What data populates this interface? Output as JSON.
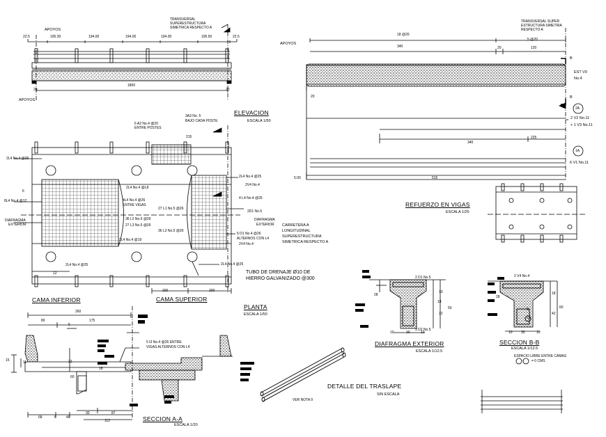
{
  "titles": {
    "elevacion": "ELEVACION",
    "elevacion_scale": "ESCALA 1/50",
    "planta": "PLANTA",
    "planta_scale": "ESCALA 1/50",
    "cama_inferior": "CAMA INFERIOR",
    "cama_superior": "CAMA SUPERIOR",
    "refuerzo": "REFUERZO EN VIGAS",
    "refuerzo_scale": "ESCALA 1/25",
    "diafragma": "DIAFRAGMA EXTERIOR",
    "diafragma_scale": "ESCALA 1/12.5",
    "seccion_bb": "SECCION B-B",
    "seccion_bb_scale": "ESCALA 1/12.5",
    "seccion_aa": "SECCION A-A",
    "seccion_aa_scale": "ESCALA 1/20",
    "traslape": "DETALLE DEL TRASLAPE",
    "traslape_scale": "SIN ESCALA"
  },
  "elevation": {
    "apoyos_left": "APOYOS",
    "apoyos_bottom": "APOYOS",
    "transversal_note": [
      "TRANSVERSAL",
      "SUPERESTRUCTURA",
      "SIMETRICA RESPECTO A"
    ],
    "dims_top": [
      "22.5",
      "195.30",
      "194.00",
      "194.00",
      "194.00",
      "195.50",
      "22.5"
    ],
    "dim_total": "1800",
    "dim_20_left": "20",
    "dim_20_right": "20"
  },
  "plan": {
    "note_6a2": "6 A2 No.4 @20",
    "note_entre_postes": "ENTRE POSTES",
    "note_3a3": "3A3 No. 5",
    "note_bajo": "BAJO CADA POSTE",
    "note_215": "215",
    "l_2l4_left": "2L4 No.4 @25",
    "l_8l4": "8L4 No.4 @12",
    "l_6": "6",
    "l_diaf": "DIAFRAGMA",
    "l_exterior": "EXTERIOR",
    "l_2l4_bot": "2L4 No.4 @25",
    "l_12": "12",
    "c_2l4_l8": "2L4 No.4 @L8",
    "c_4l4": "4L4 No.4 @26",
    "c_entre_vigas": "ENTRE VIGAS",
    "c_27l1": "27 L1 No.5 @26",
    "c_36l2": "36 L2 No.5 @26",
    "c_27l3": "27 L3  No.5 @26",
    "c_36l2b": "36 L2 No.5 @26",
    "c_2l4_l9": "2L4 No.4 @19",
    "r_2l4_25": "2L4 No.4 @25",
    "r_2v4": "2V4 No.4",
    "r_4l4": "4 L4 No.4 @26",
    "r_2d1": "2D1 No.5",
    "r_diaf": "DIAFRAGMA",
    "r_exterior": "EXTERIOR",
    "r_5d1": "5 D1 No.4 @26",
    "r_alternos": "ALTERNOS CON L4",
    "r_2v4b": "2V4 No.4",
    "r_2l4_bot": "2L4 No.4 @25",
    "carretera": [
      "CARRETERA A",
      "LONGITUDINAL",
      "SUPERESTRUCTURA",
      "SIMETRICA RESPECTO A"
    ],
    "tubo": [
      "TUBO DE DRENAJE Ø10 DE",
      "HIERRO GALVANIZADO @300"
    ],
    "dim_200a": "200",
    "dim_200b": "200"
  },
  "refuerzo_vigas": {
    "apoyos": "APOYOS",
    "transversal_note": [
      "TRANSVERSAL SUPER",
      "ESTRUCTURA SIMETRIA",
      "RESPECTO A"
    ],
    "dim_18": "18 @20",
    "dim_340": "340",
    "dim_20": "20",
    "dim_5": "5 @20",
    "dim_120": "120",
    "est": "EST V9",
    "no4": "No.4",
    "b_top": "B",
    "b_bot": "B",
    "dim_20_low": "20",
    "tag_2a": "2A",
    "tag_1a": "1A",
    "bar_v2": "2 V2 No.11",
    "bar_v3": "+ 1 V3 No.11",
    "dim_340b": "340",
    "dim_225": "225",
    "bar_v1": "6 V1 No.11",
    "dim_500": "5.00",
    "dim_515": "515"
  },
  "diafragma": {
    "top_bars": "2 D1 No.5",
    "bot_bars": "3 D2 No.5",
    "d_28": "28",
    "d_10": "10",
    "d_18": "18",
    "d_50": "50",
    "d_32": "32",
    "d_10b": "10",
    "d_30": "30",
    "d_10c": "10"
  },
  "seccion_bb": {
    "top_bars": "2 V4 No.4",
    "d_28": "28",
    "d_18": "18",
    "d_60": "60",
    "d_42": "42",
    "d_10": "10",
    "d_30": "30",
    "d_10b": "10",
    "tag_b": "B",
    "tag_c": "C",
    "espacio": "ESPACIO LIBRE ENTRE CAMAS",
    "espacio_val": "= 0 CMS"
  },
  "seccion_aa": {
    "d_260": "260",
    "d_80": "80",
    "d_175": "175",
    "d_5": "5",
    "d_15": "15",
    "d_11": "11",
    "d_22": "22",
    "d_60": "60",
    "d_18": "18",
    "d_30": "30",
    "d_87": "87",
    "d_68": "68",
    "d_6": "6",
    "d_49": "49",
    "d_112": "112",
    "note": [
      "5 I3 No.4 @26 ENTRE",
      "VIGAS ALTERNOS CON  L4"
    ]
  },
  "traslape": {
    "nota": "VER NOTA 9"
  },
  "colors": {
    "ink": "#000000",
    "paper": "#ffffff"
  }
}
